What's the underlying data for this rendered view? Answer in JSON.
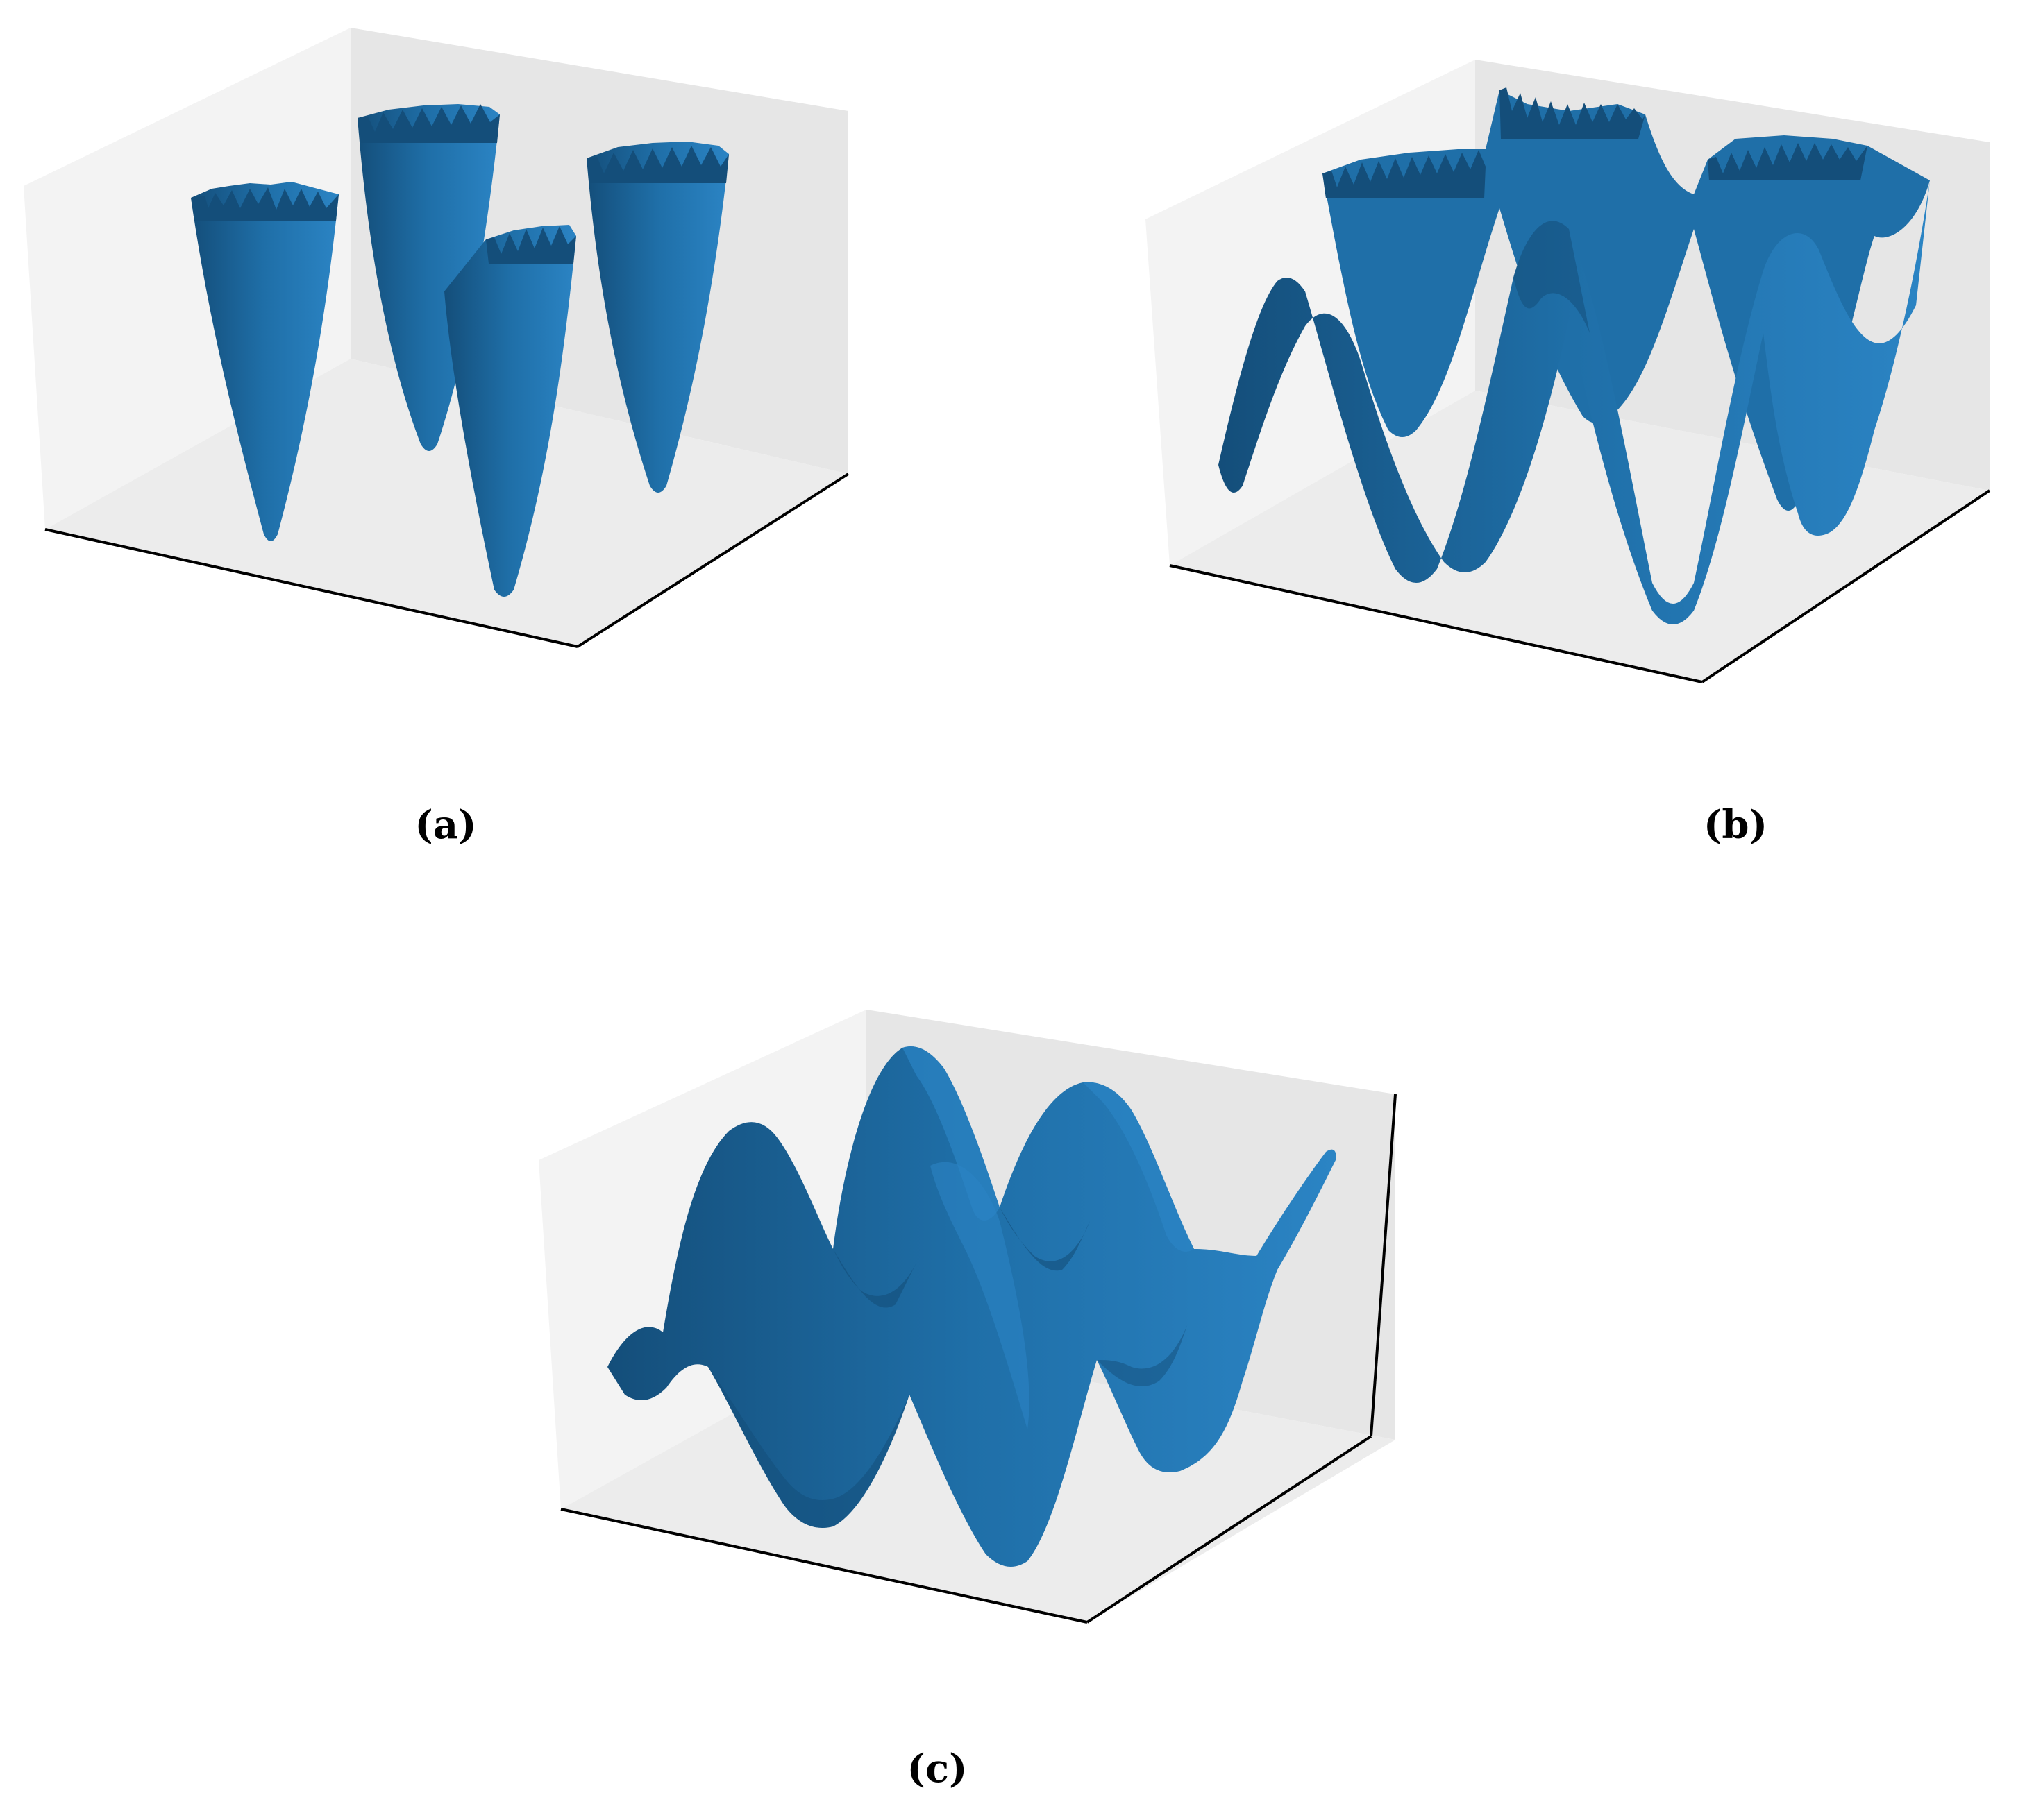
{
  "panels": [
    {
      "id": "a",
      "caption": "(a)"
    },
    {
      "id": "b",
      "caption": "(b)"
    },
    {
      "id": "c",
      "caption": "(c)"
    }
  ],
  "colors": {
    "surface": "#1f6fa8",
    "surface_dark": "#144e7a",
    "surface_light": "#2b84c4",
    "pane_left": "#f3f3f3",
    "pane_back": "#e6e6e6",
    "pane_floor": "#ececec",
    "axis": "#000000"
  }
}
